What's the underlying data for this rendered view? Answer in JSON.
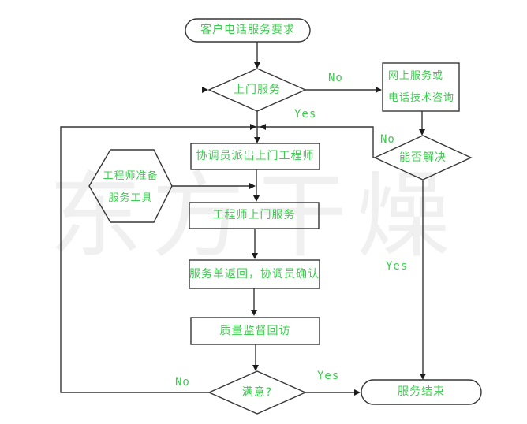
{
  "watermark": "东方干燥",
  "colors": {
    "text_green": "#3bcc4e",
    "line": "#363636",
    "watermark_gray": "#f0f0f0",
    "background": "#ffffff"
  },
  "nodes": {
    "start": "客户电话服务要求",
    "decision_door_service": "上门服务",
    "online_service_line1": "网上服务或",
    "online_service_line2": "电话技术咨询",
    "decision_can_solve": "能否解决",
    "prepare_tools_line1": "工程师准备",
    "prepare_tools_line2": "服务工具",
    "dispatch_engineer": "协调员派出上门工程师",
    "onsite_service": "工程师上门服务",
    "order_return_confirm": "服务单返回，协调员确认",
    "quality_followup": "质量监督回访",
    "decision_satisfied": "满意?",
    "end": "服务结束"
  },
  "edge_labels": {
    "door_no": "No",
    "door_yes": "Yes",
    "solve_no": "No",
    "solve_yes": "Yes",
    "satisfied_no": "No",
    "satisfied_yes": "Yes"
  }
}
